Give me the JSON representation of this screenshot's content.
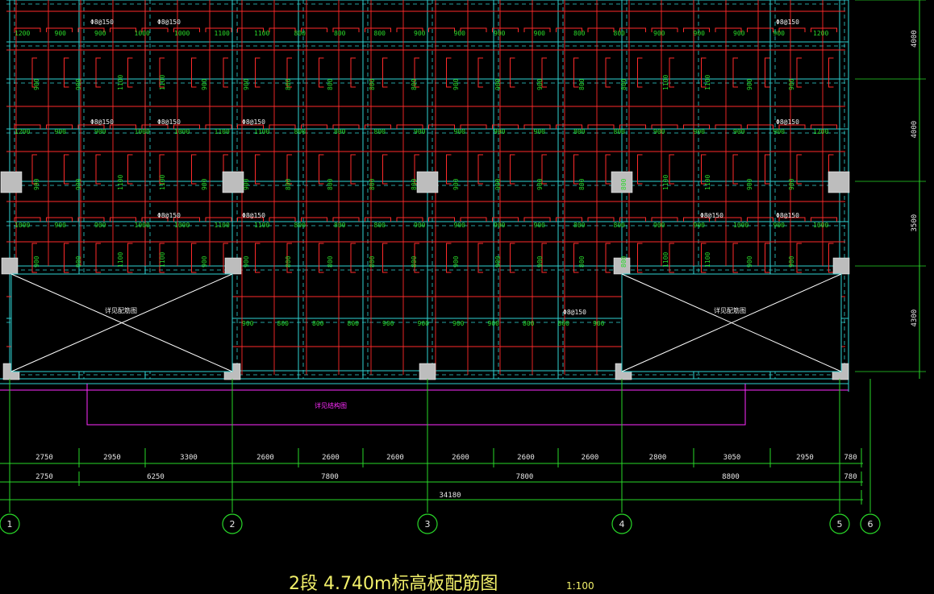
{
  "title": "2段 4.740m标高板配筋图",
  "scale": "1:100",
  "axes": {
    "labels": [
      "1",
      "2",
      "3",
      "4",
      "5",
      "6"
    ]
  },
  "dimensions": {
    "row1": [
      "2750",
      "2950",
      "3300",
      "2600",
      "2600",
      "2600",
      "2600",
      "2600",
      "2600",
      "2800",
      "3050",
      "2950",
      "780"
    ],
    "row2": [
      "2750",
      "6250",
      "7800",
      "7800",
      "8800",
      "780"
    ],
    "total": "34180",
    "right": [
      "4000",
      "4000",
      "3500",
      "4300"
    ]
  },
  "annotations": {
    "rebar_spec": "Φ8@150",
    "opening_note": "详见配筋图",
    "beam_note": "详见结构图"
  },
  "rebar_lengths": {
    "top": [
      "1200",
      "900",
      "900",
      "1000",
      "1000",
      "1100",
      "1100",
      "800",
      "800",
      "800",
      "900",
      "900",
      "900",
      "900",
      "800",
      "800",
      "900",
      "900",
      "900",
      "900",
      "1200"
    ],
    "row3": [
      "1000",
      "900",
      "900",
      "1000",
      "1000",
      "1100",
      "1100",
      "800",
      "800",
      "800",
      "900",
      "900",
      "900",
      "900",
      "800",
      "800",
      "900",
      "900",
      "1000",
      "900",
      "1000"
    ],
    "bottom": [
      "900",
      "800",
      "800",
      "800",
      "900",
      "900",
      "900",
      "900",
      "800",
      "800",
      "900"
    ],
    "vertical": [
      "900",
      "900",
      "1100",
      "1100",
      "900",
      "900",
      "800",
      "800",
      "800",
      "800",
      "900",
      "900",
      "900",
      "800",
      "800",
      "1100",
      "1100",
      "900",
      "900"
    ]
  },
  "colors": {
    "background": "#000000",
    "grid": "#2fd3d3",
    "rebar": "#ff2a2a",
    "dimension": "#29d829",
    "text": "#f2f06a",
    "magenta": "#ff2cff",
    "column": "#bdbdbd"
  }
}
